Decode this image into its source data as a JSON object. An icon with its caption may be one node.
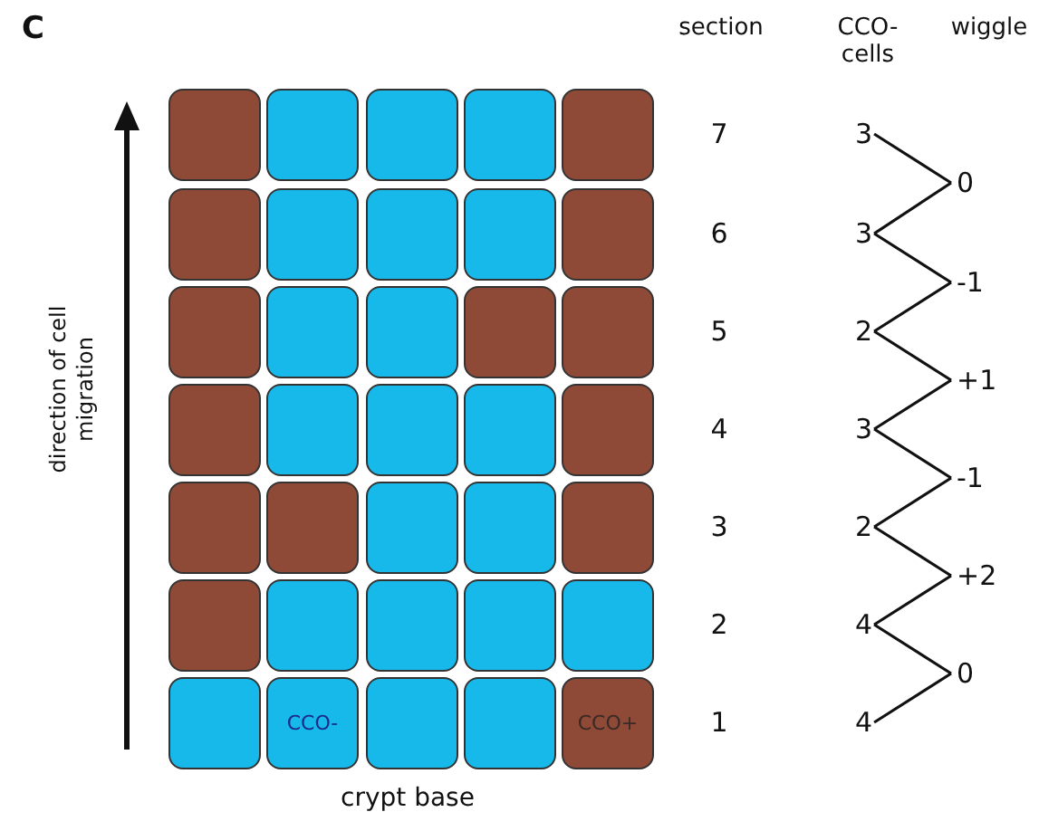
{
  "diagram": {
    "nodes": [
      {
        "text": [],
        "shape": "box"
      },
      {
        "text": [],
        "shape": "box"
      },
      {
        "text": [],
        "shape": "box"
      },
      {
        "text": [],
        "shape": "box"
      },
      {
        "text": [],
        "shape": "box"
      },
      {
        "text": [],
        "shape": "box"
      },
      {
        "text": [],
        "shape": "box"
      },
      {
        "text": [],
        "shape": "box"
      },
      {
        "text": [],
        "shape": "box"
      },
      {
        "text": [],
        "shape": "box"
      },
      {
        "text": [],
        "shape": "box"
      },
      {
        "text": [],
        "shape": "box"
      },
      {
        "text": [],
        "shape": "box"
      },
      {
        "text": [],
        "shape": "box"
      },
      {
        "text": [],
        "shape": "box"
      },
      {
        "text": [],
        "shape": "box"
      },
      {
        "text": [],
        "shape": "box"
      },
      {
        "text": [],
        "shape": "box"
      },
      {
        "text": [],
        "shape": "box"
      },
      {
        "text": [],
        "shape": "box"
      },
      {
        "text": [],
        "shape": "box"
      },
      {
        "text": [],
        "shape": "box"
      },
      {
        "text": [],
        "shape": "box"
      },
      {
        "text": [],
        "shape": "box"
      },
      {
        "text": [],
        "shape": "box"
      },
      {
        "text": [],
        "shape": "box"
      },
      {
        "text": [],
        "shape": "box"
      },
      {
        "text": [],
        "shape": "box"
      },
      {
        "text": [],
        "shape": "box"
      },
      {
        "text": [],
        "shape": "box"
      },
      {
        "text": [],
        "shape": "box"
      },
      {
        "text": [
          "CCO-"
        ]
      },
      {
        "text": [],
        "shape": "box"
      },
      {
        "text": [],
        "shape": "box"
      },
      {
        "text": [
          "CCO+"
        ]
      },
      {
        "text": [
          "3"
        ]
      },
      {
        "text": [
          "0"
        ]
      },
      {
        "text": [
          "3"
        ]
      },
      {
        "text": [
          "-1"
        ]
      },
      {
        "text": [
          "2"
        ]
      },
      {
        "text": [
          "+1"
        ]
      },
      {
        "text": [
          "3"
        ]
      },
      {
        "text": [
          "-1"
        ]
      },
      {
        "text": [
          "2"
        ]
      },
      {
        "text": [
          "+2"
        ]
      },
      {
        "text": [
          "4"
        ]
      },
      {
        "text": [
          "0"
        ]
      },
      {
        "text": [
          "4"
        ]
      }
    ],
    "edges": [
      {
        "from": 35,
        "to": 36,
        "arrow": "none"
      },
      {
        "from": 36,
        "to": 37,
        "arrow": "none"
      },
      {
        "from": 37,
        "to": 38,
        "arrow": "none"
      },
      {
        "from": 38,
        "to": 39,
        "arrow": "none"
      },
      {
        "from": 39,
        "to": 40,
        "arrow": "none"
      },
      {
        "from": 40,
        "to": 41,
        "arrow": "none"
      },
      {
        "from": 41,
        "to": 42,
        "arrow": "none"
      },
      {
        "from": 42,
        "to": 43,
        "arrow": "none"
      },
      {
        "from": 43,
        "to": 44,
        "arrow": "none"
      },
      {
        "from": 44,
        "to": 45,
        "arrow": "none"
      },
      {
        "from": 45,
        "to": 46,
        "arrow": "none"
      },
      {
        "from": 46,
        "to": 47,
        "arrow": "none"
      }
    ],
    "labels": [
      "C",
      "section",
      "CCO- cells",
      "wiggle",
      "7",
      "6",
      "5",
      "4",
      "3",
      "2",
      "1",
      "direction of cell migration",
      "crypt base"
    ]
  }
}
